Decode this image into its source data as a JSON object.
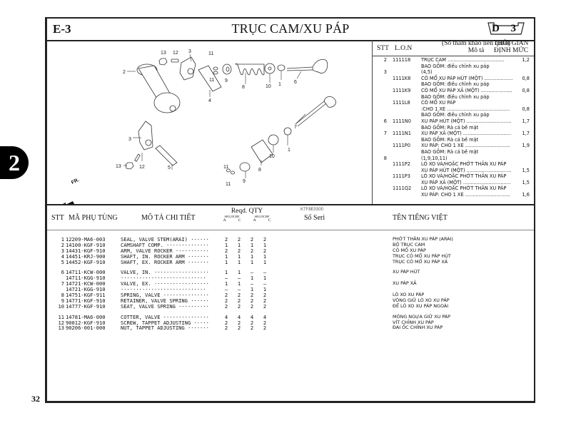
{
  "header": {
    "section_code": "E-3",
    "title": "TRỤC CAM/XU PÁP",
    "badge": "D 3"
  },
  "side_tab": {
    "label": "2"
  },
  "page_number": "32",
  "diagram": {
    "reference_code": "KTF8E0300",
    "front_arrow_label": "FR.",
    "callouts": [
      "1",
      "2",
      "3",
      "4",
      "5",
      "6",
      "7",
      "8",
      "9",
      "10",
      "11",
      "12",
      "13"
    ]
  },
  "labor_table": {
    "headers": {
      "stt": "STT",
      "lon": "L.O.N",
      "desc_line1": "(Số tham khảo liên quan)",
      "desc_line2": "Mô tả",
      "time_line1": "THỜI GIAN",
      "time_line2": "ĐỊNH MỨC"
    },
    "rows": [
      {
        "stt": "2",
        "lon": "111118",
        "desc": "TRỤC CAM ......................................",
        "time": "1,2"
      },
      {
        "stt": "",
        "lon": "",
        "desc": "BAO GỒM: điều chỉnh xu páp",
        "time": ""
      },
      {
        "stt": "3",
        "lon": "",
        "desc": "(4,5)",
        "time": ""
      },
      {
        "stt": "",
        "lon": "1111K8",
        "desc": "CÒ MỔ XU PÁP HÚT (MỘT) ...................",
        "time": "0,8"
      },
      {
        "stt": "",
        "lon": "",
        "desc": "BAO GỒM: điều chỉnh xu páp",
        "time": ""
      },
      {
        "stt": "",
        "lon": "1111K9",
        "desc": "CÒ MỔ XU PÁP XẢ (MỘT) .....................",
        "time": "0,8"
      },
      {
        "stt": "",
        "lon": "",
        "desc": "BAO GỒM: điều chỉnh xu páp",
        "time": ""
      },
      {
        "stt": "",
        "lon": "1111L8",
        "desc": "CÒ MỔ XU PÁP",
        "time": ""
      },
      {
        "stt": "",
        "lon": "",
        "desc": ":CHO 1 XE ..........................................",
        "time": "0,8"
      },
      {
        "stt": "",
        "lon": "",
        "desc": "BAO GỒM: điều chỉnh xu páp",
        "time": ""
      },
      {
        "stt": "6",
        "lon": "1111N0",
        "desc": "XU PÁP HÚT (MỘT) ..............................",
        "time": "1,7"
      },
      {
        "stt": "",
        "lon": "",
        "desc": "BAO GỒM: Rà cá bề mặt",
        "time": ""
      },
      {
        "stt": "7",
        "lon": "1111N1",
        "desc": "XU PÁP XẢ (MỘT) ................................",
        "time": "1,7"
      },
      {
        "stt": "",
        "lon": "",
        "desc": "BAO GỒM: Rà cá bề mặt",
        "time": ""
      },
      {
        "stt": "",
        "lon": "1111P0",
        "desc": "XU PÁP: CHO 1 XE ..............................",
        "time": "1,9"
      },
      {
        "stt": "",
        "lon": "",
        "desc": "BAO GỒM: Rà cá bề mặt",
        "time": ""
      },
      {
        "stt": "8",
        "lon": "",
        "desc": "(1,9,10,11)",
        "time": ""
      },
      {
        "stt": "",
        "lon": "1111P2",
        "desc": "LÒ XO VÀ/HOẶC PHỚT THÂN XU PÁP",
        "time": ""
      },
      {
        "stt": "",
        "lon": "",
        "desc": "XU PÁP HÚT (MỘT) ..............................",
        "time": "1,5"
      },
      {
        "stt": "",
        "lon": "1111P3",
        "desc": "LÒ XO VÀ/HOẶC PHỚT THÂN XU PÁP",
        "time": ""
      },
      {
        "stt": "",
        "lon": "",
        "desc": "XU PÁP XẢ (MỘT) ................................",
        "time": "1,5"
      },
      {
        "stt": "",
        "lon": "1111Q2",
        "desc": "LÒ XO VÀ/HOẶC PHỚT THÂN XU PÁP",
        "time": ""
      },
      {
        "stt": "",
        "lon": "",
        "desc": "XU PÁP: CHO 1 XE ..............................",
        "time": "1,6"
      }
    ]
  },
  "parts_table": {
    "headers": {
      "stt": "STT",
      "part_no": "MÃ PHỤ TÙNG",
      "description": "MÔ TẢ CHI TIẾT",
      "qty": "Reqd. QTY",
      "qty_models": [
        "SH125CRF",
        "SH125CRF"
      ],
      "qty_cols": [
        "A",
        "C",
        "A",
        "C"
      ],
      "serial": "Số Seri",
      "vietnamese": "TÊN TIẾNG VIỆT"
    },
    "rows": [
      {
        "no": "1",
        "part": "12209-MA6-003",
        "desc": "SEAL, VALVE STEM(ARAI) ······",
        "q": [
          "2",
          "2",
          "2",
          "2"
        ],
        "vn": "PHỚT THÂN XU PÁP (ARAI)",
        "gap": false
      },
      {
        "no": "2",
        "part": "14100-KGF-910",
        "desc": "CAMSHAFT COMP. ··············",
        "q": [
          "1",
          "1",
          "1",
          "1"
        ],
        "vn": "BỘ TRỤC CAM",
        "gap": false
      },
      {
        "no": "3",
        "part": "14431-KGF-910",
        "desc": "ARM, VALVE ROCKER ···········",
        "q": [
          "2",
          "2",
          "2",
          "2"
        ],
        "vn": "CÒ MỔ XU PÁP",
        "gap": false
      },
      {
        "no": "4",
        "part": "14451-KRJ-900",
        "desc": "SHAFT, IN. ROCKER ARM ·······",
        "q": [
          "1",
          "1",
          "1",
          "1"
        ],
        "vn": "TRỤC CÒ MỔ XU PÁP HÚT",
        "gap": false
      },
      {
        "no": "5",
        "part": "14452-KGF-910",
        "desc": "SHAFT, EX. ROCKER ARM ·······",
        "q": [
          "1",
          "1",
          "1",
          "1"
        ],
        "vn": "TRỤC CÒ MỔ XU PÁP XẢ",
        "gap": false
      },
      {
        "no": "6",
        "part": "14711-KCW-000",
        "desc": "VALVE, IN. ··················",
        "q": [
          "1",
          "1",
          "–",
          "–"
        ],
        "vn": "XU PÁP HÚT",
        "gap": true
      },
      {
        "no": "",
        "part": "14711-KGG-910",
        "desc": " ····························",
        "q": [
          "–",
          "–",
          "1",
          "1"
        ],
        "vn": "",
        "gap": false
      },
      {
        "no": "7",
        "part": "14721-KCW-000",
        "desc": "VALVE, EX. ··················",
        "q": [
          "1",
          "1",
          "–",
          "–"
        ],
        "vn": "XU PÁP XẢ",
        "gap": false
      },
      {
        "no": "",
        "part": "14721-KGG-910",
        "desc": " ····························",
        "q": [
          "–",
          "–",
          "1",
          "1"
        ],
        "vn": "",
        "gap": false
      },
      {
        "no": "8",
        "part": "14751-KGF-911",
        "desc": "SPRING, VALVE ···············",
        "q": [
          "2",
          "2",
          "2",
          "2"
        ],
        "vn": "LÒ XO XU PÁP",
        "gap": false
      },
      {
        "no": "9",
        "part": "14771-KGF-910",
        "desc": "RETAINER, VALVE SPRING ······",
        "q": [
          "2",
          "2",
          "2",
          "2"
        ],
        "vn": "VÒNG GIỮ LÒ XO XU PÁP",
        "gap": false
      },
      {
        "no": "10",
        "part": "14777-KGF-910",
        "desc": "SEAT, VALVE SPRING ··········",
        "q": [
          "2",
          "2",
          "2",
          "2"
        ],
        "vn": "ĐẾ LÒ XO XU PÁP NGOÀI",
        "gap": false
      },
      {
        "no": "11",
        "part": "14781-MA6-000",
        "desc": "COTTER, VALVE ···············",
        "q": [
          "4",
          "4",
          "4",
          "4"
        ],
        "vn": "MÓNG NGỰA GIỮ XU PÁP",
        "gap": true
      },
      {
        "no": "12",
        "part": "90012-KGF-910",
        "desc": "SCREW, TAPPET ADJUSTING ·····",
        "q": [
          "2",
          "2",
          "2",
          "2"
        ],
        "vn": "VÍT CHỈNH XU PÁP",
        "gap": false
      },
      {
        "no": "13",
        "part": "90206-001-000",
        "desc": "NUT, TAPPET ADJUSTING ·······",
        "q": [
          "2",
          "2",
          "2",
          "2"
        ],
        "vn": "ĐAI ỐC CHỈNH XU PÁP",
        "gap": false
      }
    ]
  }
}
